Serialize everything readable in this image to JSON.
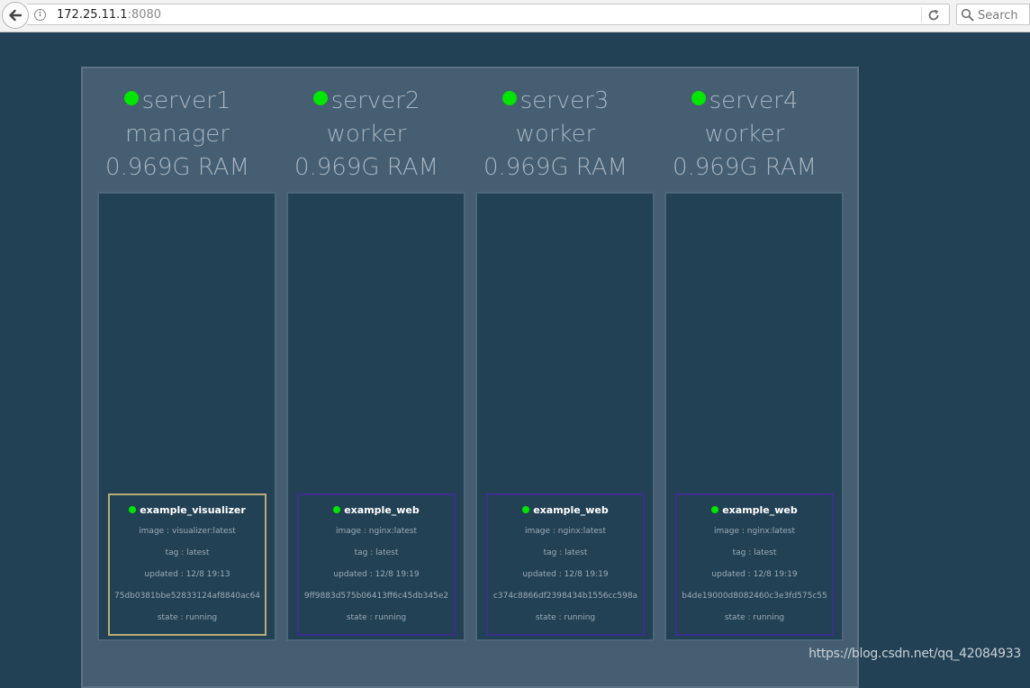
{
  "browser": {
    "url_host": "172.25.11.1",
    "url_port": ":8080",
    "search_placeholder": "Search"
  },
  "colors": {
    "background": "#234154",
    "cluster": "#455e71",
    "status_green": "#00e600",
    "manager_task_border": "#b8ab79",
    "worker_task_border": "#3d2e8d"
  },
  "nodes": [
    {
      "name": "server1",
      "role": "manager",
      "ram": "0.969G RAM",
      "task": {
        "name": "example_visualizer",
        "image": "image : visualizer:latest",
        "tag": "tag : latest",
        "updated": "updated : 12/8 19:13",
        "id": "75db0381bbe52833124af8840ac64",
        "state": "state : running"
      }
    },
    {
      "name": "server2",
      "role": "worker",
      "ram": "0.969G RAM",
      "task": {
        "name": "example_web",
        "image": "image : nginx:latest",
        "tag": "tag : latest",
        "updated": "updated : 12/8 19:19",
        "id": "9ff9883d575b06413ff6c45db345e2",
        "state": "state : running"
      }
    },
    {
      "name": "server3",
      "role": "worker",
      "ram": "0.969G RAM",
      "task": {
        "name": "example_web",
        "image": "image : nginx:latest",
        "tag": "tag : latest",
        "updated": "updated : 12/8 19:19",
        "id": "c374c8866df2398434b1556cc598a",
        "state": "state : running"
      }
    },
    {
      "name": "server4",
      "role": "worker",
      "ram": "0.969G RAM",
      "task": {
        "name": "example_web",
        "image": "image : nginx:latest",
        "tag": "tag : latest",
        "updated": "updated : 12/8 19:19",
        "id": "b4de19000d8082460c3e3fd575c55",
        "state": "state : running"
      }
    }
  ],
  "watermark": "https://blog.csdn.net/qq_42084933"
}
